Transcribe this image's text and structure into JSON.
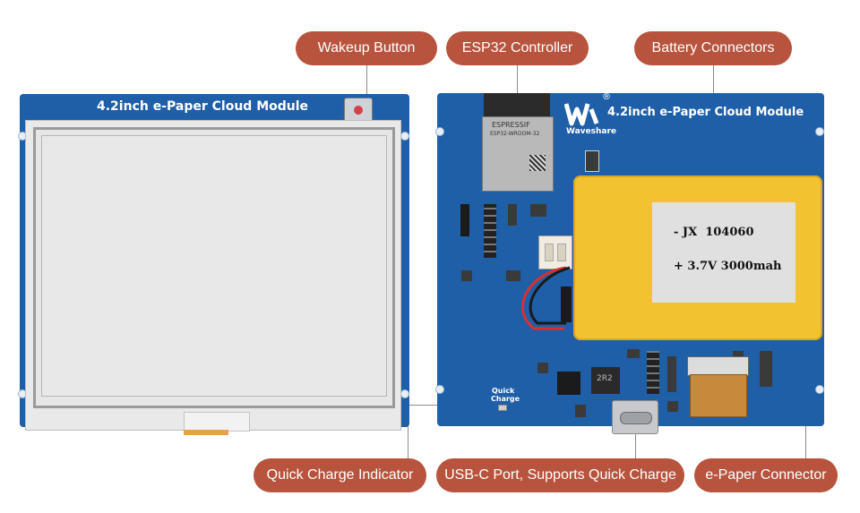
{
  "callouts": {
    "wakeup_button": "Wakeup Button",
    "esp32_controller": "ESP32 Controller",
    "battery_connectors": "Battery Connectors",
    "quick_charge_indicator": "Quick Charge Indicator",
    "usbc_port": "USB-C Port, Supports Quick Charge",
    "epaper_connector": "e-Paper Connector"
  },
  "left_board": {
    "title": "4.2inch e-Paper Cloud Module"
  },
  "right_board": {
    "title": "4.2inch e-Paper Cloud Module",
    "brand": "Waveshare",
    "esp_brand": "ESPRESSIF",
    "esp_model": "ESP32-WROOM-32",
    "battery_line1": "- JX  104060",
    "battery_line2": "+ 3.7V 3000mah",
    "quick_label": "Quick",
    "charge_label": "Charge",
    "ic_label": "2R2"
  },
  "colors": {
    "callout": "#b8543e",
    "pcb": "#1f5fa8",
    "battery": "#f2c230"
  }
}
